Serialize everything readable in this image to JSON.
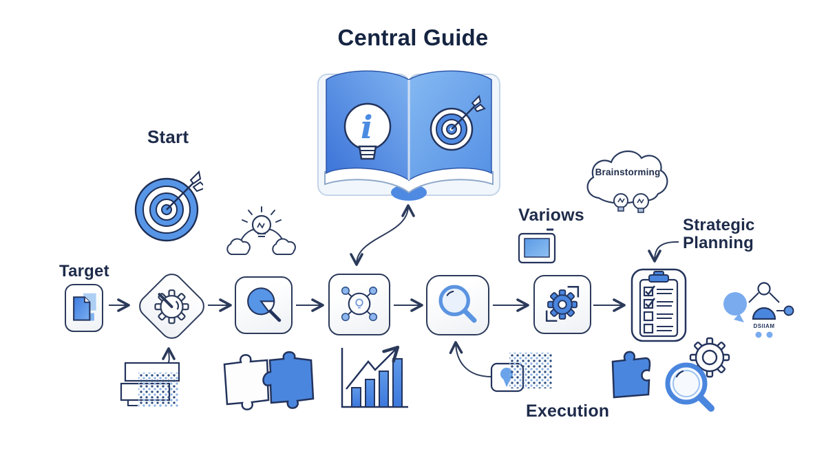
{
  "title": "Central Guide",
  "labels": {
    "start": "Start",
    "target": "Target",
    "various": "Variows",
    "brainstorming": "Brainstorming",
    "strategic_planning": "Strategic Planning",
    "execution": "Execution",
    "people_caption": "DSIIAM"
  },
  "flow": {
    "steps": [
      "target-document",
      "process-gear",
      "pie-analysis",
      "idea-network",
      "search",
      "gear-frame",
      "checklist",
      "team-discussion"
    ]
  },
  "checklist": {
    "total_items": 4,
    "checked_items": 2
  },
  "colors": {
    "accent_blue": "#4a86de",
    "light_blue": "#7fb0ea",
    "page_blue": "#5b97e8",
    "outline_navy": "#23335c",
    "text_dark": "#1e2b4a",
    "background": "#ffffff"
  }
}
